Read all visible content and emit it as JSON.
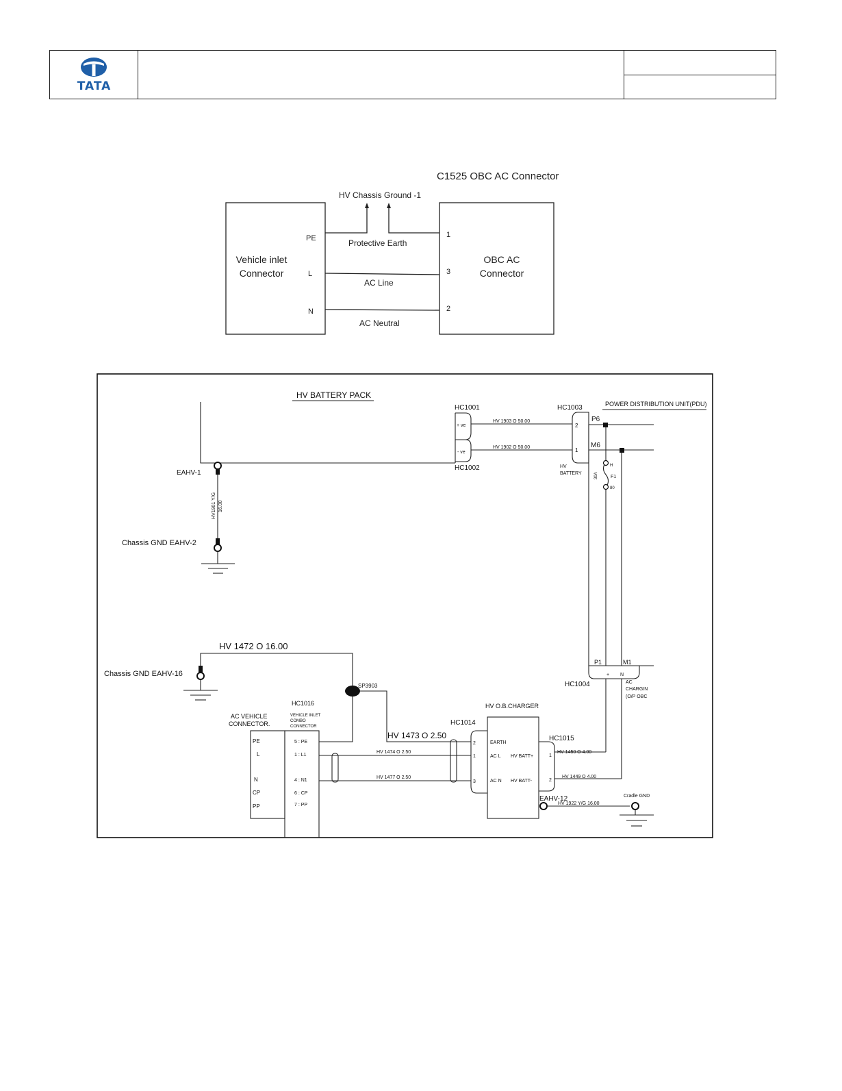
{
  "header": {
    "logo_text": "TATA",
    "brand_color": "#1f5fa8"
  },
  "block_diagram": {
    "title": "C1525 OBC AC Connector",
    "ground_label": "HV Chassis Ground -1",
    "left_box": {
      "line1": "Vehicle inlet",
      "line2": "Connector"
    },
    "right_box": {
      "line1": "OBC AC",
      "line2": "Connector"
    },
    "left_pins": [
      "PE",
      "L",
      "N"
    ],
    "right_pins": [
      "1",
      "3",
      "2"
    ],
    "wires": [
      "Protective Earth",
      "AC Line",
      "AC Neutral"
    ]
  },
  "schematic": {
    "battery_title": "HV BATTERY PACK",
    "pdu_title": "POWER DISTRIBUTION UNIT(PDU)",
    "hc1001": "HC1001",
    "hc1002": "HC1002",
    "hc1003": "HC1003",
    "hc1004": "HC1004",
    "hc1014": "HC1014",
    "hc1015": "HC1015",
    "hc1016": "HC1016",
    "pos_pin": "+ ve",
    "neg_pin": "- ve",
    "wire_1903": "HV   1903   O   50.00",
    "wire_1902": "HV   1902   O   50.00",
    "pin2": "2",
    "pin1": "1",
    "p6": "P6",
    "m6": "M6",
    "hv_battery_line1": "HV",
    "hv_battery_line2": "BATTERY",
    "fuse_label": "F1",
    "fuse_rating": "30A",
    "fuse_pin_a": "H",
    "fuse_pin_b": "80",
    "eahv1": "EAHV-1",
    "ground_wire_1": "HV1901  Y/G",
    "ground_wire_2": "16.00",
    "chassis_gnd_2": "Chassis GND EAHV-2",
    "wire_1472": "HV   1472   O   16.00",
    "chassis_gnd_16": "Chassis GND EAHV-16",
    "sp3903": "SP3903",
    "p1": "P1",
    "m1": "M1",
    "hc1004_pin_a": "+",
    "hc1004_pin_b": "N",
    "ac_charging_line1": "AC",
    "ac_charging_line2": "CHARGIN",
    "ac_charging_line3": "(O/P OBC",
    "charger_title": "HV O.B.CHARGER",
    "ac_vehicle_line1": "AC VEHICLE",
    "ac_vehicle_line2": "CONNECTOR.",
    "inlet_line1": "VEHICLE INLET",
    "inlet_line2": "COMBO",
    "inlet_line3": "CONNECTOR",
    "ac_pins": [
      "PE",
      "L",
      "N",
      "CP",
      "PP"
    ],
    "inlet_pins": [
      "5 : PE",
      "1 : L1",
      "4 : N1",
      "6 : CP",
      "7 : PP"
    ],
    "wire_1473": "HV   1473   O   2.50",
    "wire_1474": "HV   1474   O   2.50",
    "wire_1477": "HV   1477   O   2.50",
    "hc1014_pins": [
      "2",
      "1",
      "3"
    ],
    "charger_in": [
      "EARTH",
      "AC L",
      "AC N"
    ],
    "charger_out": [
      "HV BATT+",
      "HV BATT-"
    ],
    "hc1015_pins": [
      "1",
      "2"
    ],
    "wire_1450": "HV   1450   O   4.00",
    "wire_1449": "HV   1449   O   4.00",
    "eahv12": "EAHV-12",
    "wire_1922": "HV   1922   Y/G   16.00",
    "cradle_gnd": "Cradle GND"
  }
}
